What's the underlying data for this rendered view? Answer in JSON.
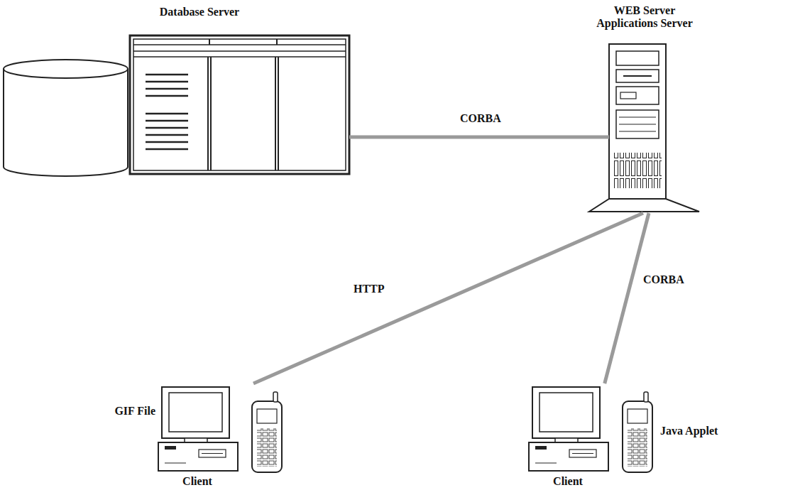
{
  "diagram": {
    "nodes": [
      {
        "text": [
          "Database Server"
        ]
      },
      {
        "text": [
          "WEB Server Applications Server"
        ]
      },
      {
        "text": [
          "GIF File",
          "Client"
        ]
      },
      {
        "text": [
          "Client",
          "Java Applet"
        ]
      }
    ],
    "edges": [
      {
        "from": 0,
        "to": 1,
        "label": "CORBA",
        "arrow": "none"
      },
      {
        "from": 1,
        "to": 2,
        "label": "HTTP",
        "arrow": "none"
      },
      {
        "from": 1,
        "to": 3,
        "label": "CORBA",
        "arrow": "none"
      }
    ]
  }
}
